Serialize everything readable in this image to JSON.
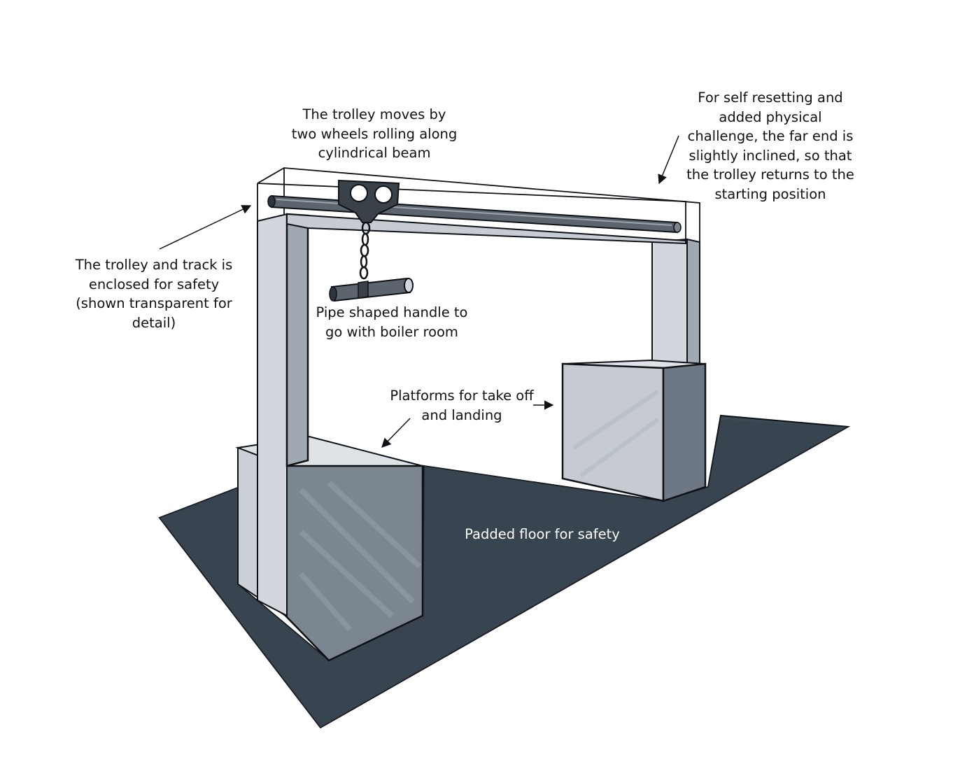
{
  "colors": {
    "floor": "#3d4a55",
    "frame_face": "#d3d7dd",
    "frame_side": "#a0a8b2",
    "platform_front": "#c6cbd2",
    "platform_side": "#6e7884",
    "platform_top": "#dfe2e6",
    "beam": "#5c656e",
    "trolley": "#3a4148",
    "outline": "#0e1115",
    "label_text": "#111111",
    "floor_label_text": "#ffffff"
  },
  "icons": {
    "trolley": "trolley-icon",
    "chain": "chain-icon",
    "handle": "pipe-handle-icon",
    "arrow": "arrow-icon"
  },
  "labels": {
    "trolley": {
      "lines": [
        "The trolley moves by",
        "two wheels rolling along",
        "cylindrical beam"
      ]
    },
    "incline": {
      "lines": [
        "For self resetting and",
        "added physical",
        "challenge, the far end is",
        "slightly inclined, so that",
        "the trolley returns to the",
        "starting position"
      ]
    },
    "enclosure": {
      "lines": [
        "The trolley and track is",
        "enclosed for safety",
        "(shown transparent for",
        "detail)"
      ]
    },
    "handle": {
      "lines": [
        "Pipe shaped handle to",
        "go with boiler room"
      ]
    },
    "platforms": {
      "lines": [
        "Platforms for take off",
        "and landing"
      ]
    },
    "floor": {
      "lines": [
        "Padded floor for safety"
      ]
    }
  }
}
